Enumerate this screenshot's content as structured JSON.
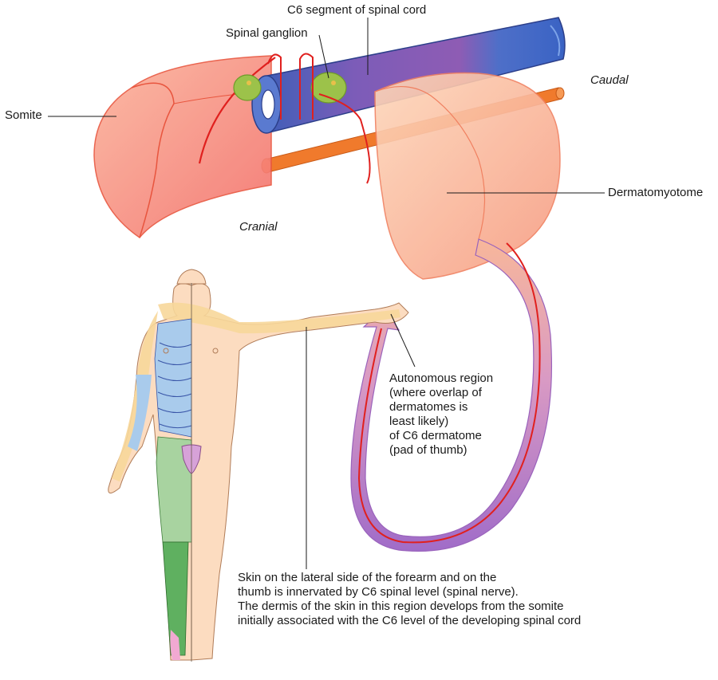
{
  "labels": {
    "c6_segment": "C6 segment of spinal cord",
    "spinal_ganglion": "Spinal ganglion",
    "somite": "Somite",
    "caudal": "Caudal",
    "cranial": "Cranial",
    "dermatomyotome": "Dermatomyotome",
    "autonomous_region": "Autonomous region\n(where overlap of\ndermatomes is\nleast likely)\nof C6 dermatome\n(pad of thumb)",
    "skin_note": "Skin on the lateral side of the forearm and on the\nthumb is innervated by C6 spinal level (spinal nerve).\nThe dermis of the skin in this region develops from the somite\ninitially associated with the C6 level of the developing spinal cord"
  },
  "colors": {
    "somite_fill": "#f4796a",
    "somite_light": "#fbb49c",
    "dermatomyotome_fill": "#fcc7a6",
    "spinal_cord_blue": "#3f62b8",
    "spinal_cord_purple": "#8a5bb0",
    "notochord_orange": "#f07a2c",
    "nerve_red": "#e0201e",
    "ganglion_green": "#9cc24a",
    "c6_band": "#f7d79a",
    "thoracic_blue": "#a9cbec",
    "lumbar_green": "#a8d3a0",
    "sacral_green": "#5fb060",
    "arrow_purple": "#a56fc4",
    "skin": "#fcdcc0"
  }
}
